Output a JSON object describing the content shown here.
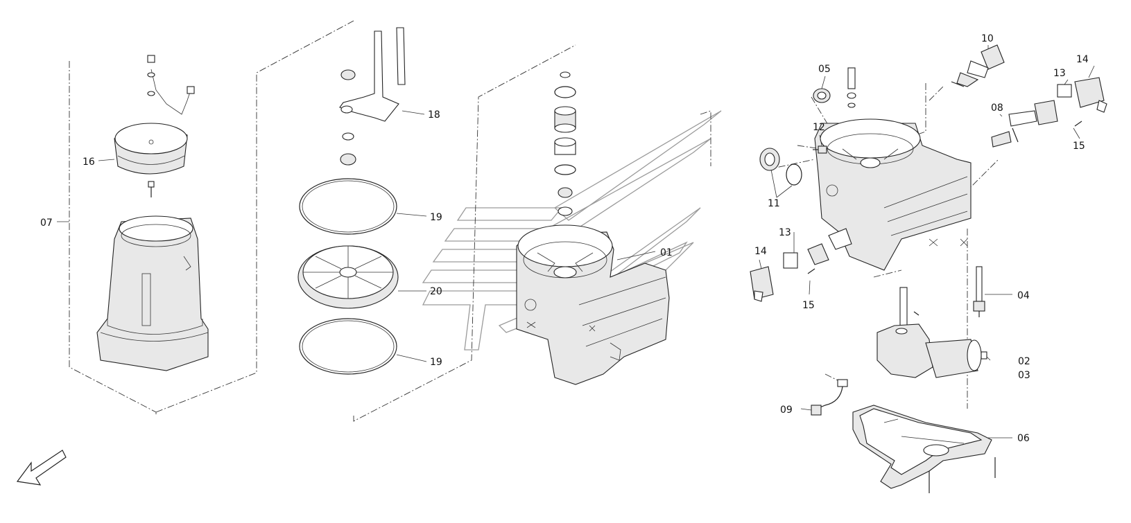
{
  "callouts": {
    "c01": "01",
    "c02": "02",
    "c03": "03",
    "c04": "04",
    "c05": "05",
    "c06": "06",
    "c07": "07",
    "c08": "08",
    "c09": "09",
    "c10": "10",
    "c11": "11",
    "c12": "12",
    "c13a": "13",
    "c13b": "13",
    "c14a": "14",
    "c14b": "14",
    "c15a": "15",
    "c15b": "15",
    "c16": "16",
    "c18": "18",
    "c19a": "19",
    "c19b": "19",
    "c20": "20"
  }
}
